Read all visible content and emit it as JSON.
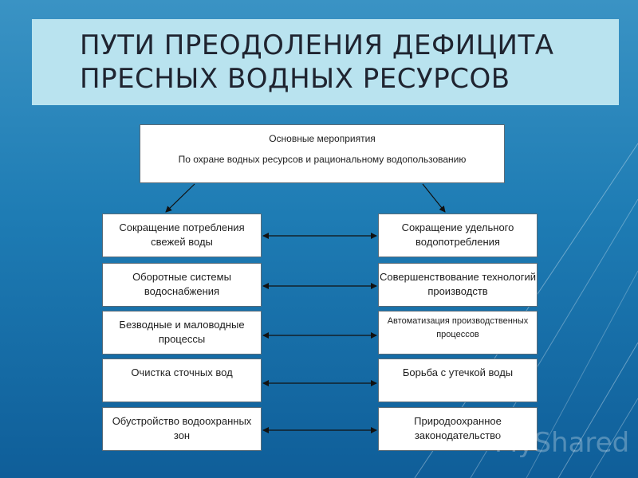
{
  "title": [
    "ПУТИ ПРЕОДОЛЕНИЯ ДЕФИЦИТА",
    "ПРЕСНЫХ ВОДНЫХ РЕСУРСОВ"
  ],
  "top_box": {
    "line1": "Основные мероприятия",
    "line2": "По охране водных ресурсов и рациональному водопользованию"
  },
  "left_boxes": [
    "Сокращение потребления свежей воды",
    "Оборотные системы водоснабжения",
    "Безводные и маловодные процессы",
    "Очистка сточных вод",
    "Обустройство водоохранных зон"
  ],
  "right_boxes": [
    "Сокращение удельного водопотребления",
    "Совершенствование технологий производств",
    "Автоматизация производственных процессов",
    "Борьба с утечкой воды",
    "Природоохранное законодательство"
  ],
  "watermark": "MyShared",
  "colors": {
    "background_top": "#3a93c4",
    "background_bottom": "#0f5e99",
    "title_band": "#b9e3ef",
    "box_fill": "#ffffff",
    "arrow": "#111111"
  }
}
